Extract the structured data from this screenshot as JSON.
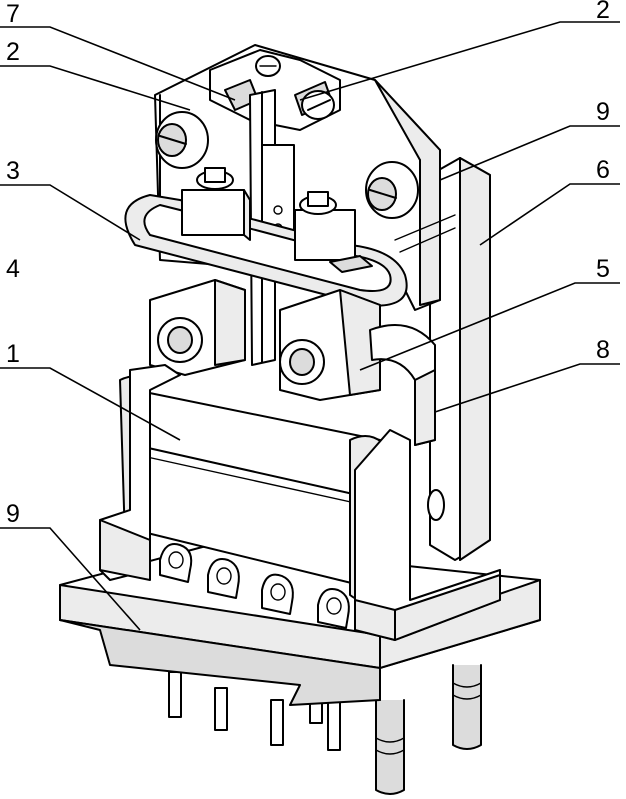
{
  "labels": {
    "l1": "1",
    "l2a": "2",
    "l2b": "2",
    "l3": "3",
    "l4": "4",
    "l5": "5",
    "l6": "6",
    "l7": "7",
    "l8": "8",
    "l9a": "9",
    "l9b": "9"
  }
}
